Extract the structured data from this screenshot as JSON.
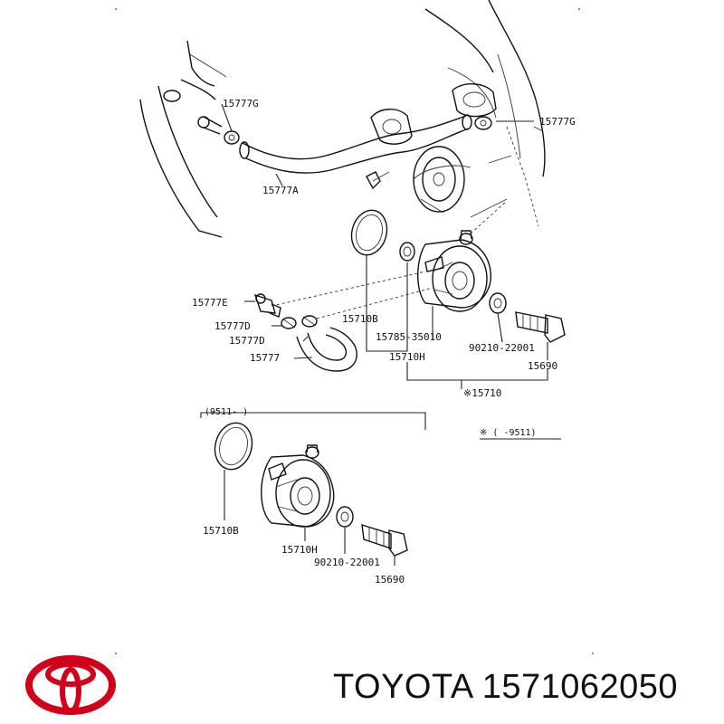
{
  "diagram": {
    "callouts": {
      "g1": "15777G",
      "g2": "15777G",
      "a": "15777A",
      "e": "15777E",
      "d1": "15777D",
      "d2": "15777D",
      "plain": "15777",
      "b_top": "15710B",
      "gasket_top": "15785-35010",
      "h_top": "15710H",
      "bolt_washer_top": "90210-22001",
      "bolt_top": "15690",
      "assy": "※15710",
      "b_bottom": "15710B",
      "h_bottom": "15710H",
      "bolt_washer_bottom": "90210-22001",
      "bolt_bottom": "15690"
    },
    "date_range_start": "(9511-      )",
    "date_range_end": "※ (      -9511)"
  },
  "footer": {
    "brand": "TOYOTA",
    "part_number": "1571062050",
    "brand_color": "#d0021b"
  }
}
